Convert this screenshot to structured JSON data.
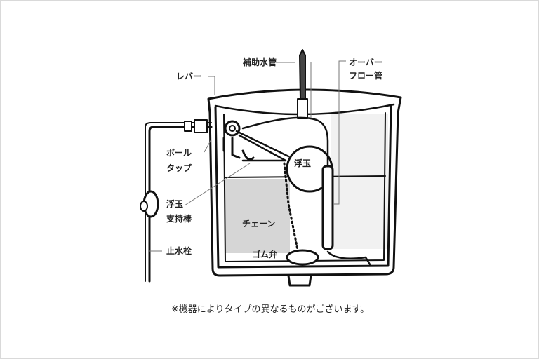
{
  "labels": {
    "lever": "レバー",
    "refill_tube": "補助水管",
    "overflow_line1": "オーバー",
    "overflow_line2": "フロー管",
    "ball_tap_line1": "ボール",
    "ball_tap_line2": "タップ",
    "float_ball": "浮玉",
    "float_arm_line1": "浮玉",
    "float_arm_line2": "支持棒",
    "chain": "チェーン",
    "rubber_valve": "ゴム弁",
    "stop_valve": "止水栓"
  },
  "caption": "※機器によりタイプの異なるものがございます。"
}
